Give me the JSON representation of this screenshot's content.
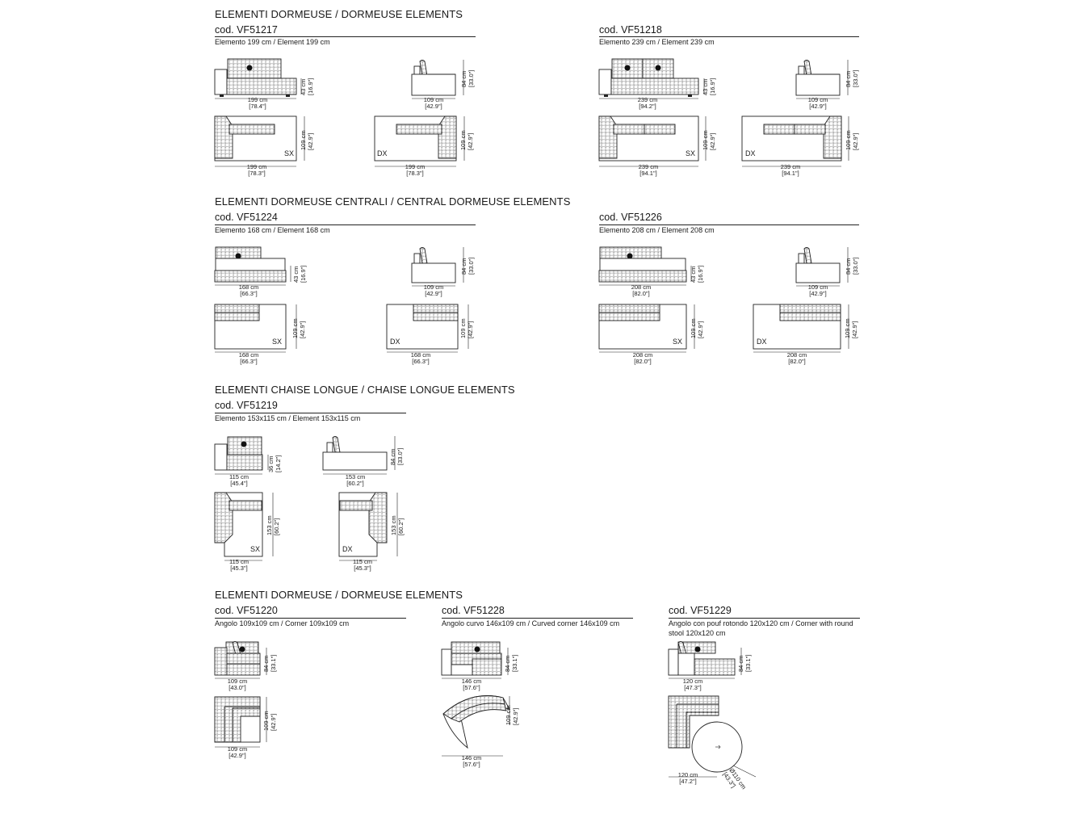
{
  "sections": [
    {
      "title": "ELEMENTI DORMEUSE / DORMEUSE ELEMENTS"
    },
    {
      "title": "ELEMENTI DORMEUSE CENTRALI / CENTRAL DORMEUSE ELEMENTS"
    },
    {
      "title": "ELEMENTI CHAISE LONGUE / CHAISE LONGUE ELEMENTS"
    },
    {
      "title": "ELEMENTI DORMEUSE / DORMEUSE ELEMENTS"
    }
  ],
  "items": [
    {
      "code": "cod. VF51217",
      "desc": "Elemento 199 cm / Element 199 cm",
      "dims": {
        "w_front": "199 cm",
        "w_front_in": "[78.4\"]",
        "h_seat": "43 cm",
        "h_seat_in": "[16.9\"]",
        "w_side": "109 cm",
        "w_side_in": "[42.9\"]",
        "h_back": "84 cm",
        "h_back_in": "[33.0\"]",
        "w_sx": "199 cm",
        "w_sx_in": "[78.3\"]",
        "d_sx": "109 cm",
        "d_sx_in": "[42.9\"]",
        "w_dx": "199 cm",
        "w_dx_in": "[78.3\"]",
        "d_dx": "109 cm",
        "d_dx_in": "[42.9\"]"
      }
    },
    {
      "code": "cod. VF51218",
      "desc": "Elemento 239 cm / Element 239 cm",
      "dims": {
        "w_front": "239 cm",
        "w_front_in": "[94.2\"]",
        "h_seat": "43 cm",
        "h_seat_in": "[16.9\"]",
        "w_side": "109 cm",
        "w_side_in": "[42.9\"]",
        "h_back": "84 cm",
        "h_back_in": "[33.0\"]",
        "w_sx": "239 cm",
        "w_sx_in": "[94.1\"]",
        "d_sx": "109 cm",
        "d_sx_in": "[42.9\"]",
        "w_dx": "239 cm",
        "w_dx_in": "[94.1\"]",
        "d_dx": "109 cm",
        "d_dx_in": "[42.9\"]"
      }
    },
    {
      "code": "cod. VF51224",
      "desc": "Elemento 168 cm / Element 168 cm",
      "dims": {
        "w_front": "168 cm",
        "w_front_in": "[66.3\"]",
        "h_seat": "43 cm",
        "h_seat_in": "[16.9\"]",
        "w_side": "109 cm",
        "w_side_in": "[42.9\"]",
        "h_back": "84 cm",
        "h_back_in": "[33.0\"]",
        "w_sx": "168 cm",
        "w_sx_in": "[66.3\"]",
        "d_sx": "109 cm",
        "d_sx_in": "[42.9\"]",
        "w_dx": "168 cm",
        "w_dx_in": "[66.3\"]",
        "d_dx": "109 cm",
        "d_dx_in": "[42.9\"]"
      }
    },
    {
      "code": "cod. VF51226",
      "desc": "Elemento 208 cm / Element 208 cm",
      "dims": {
        "w_front": "208 cm",
        "w_front_in": "[82.0\"]",
        "h_seat": "43 cm",
        "h_seat_in": "[16.9\"]",
        "w_side": "109 cm",
        "w_side_in": "[42.9\"]",
        "h_back": "84 cm",
        "h_back_in": "[33.0\"]",
        "w_sx": "208 cm",
        "w_sx_in": "[82.0\"]",
        "d_sx": "109 cm",
        "d_sx_in": "[42.9\"]",
        "w_dx": "208 cm",
        "w_dx_in": "[82.0\"]",
        "d_dx": "109 cm",
        "d_dx_in": "[42.9\"]"
      }
    },
    {
      "code": "cod. VF51219",
      "desc": "Elemento 153x115 cm / Element 153x115 cm",
      "dims": {
        "w_front": "115 cm",
        "w_front_in": "[45.4\"]",
        "h_seat": "36 cm",
        "h_seat_in": "[14.2\"]",
        "w_side": "153 cm",
        "w_side_in": "[60.2\"]",
        "h_back": "84 cm",
        "h_back_in": "[33.0\"]",
        "w_sx": "115 cm",
        "w_sx_in": "[45.3\"]",
        "d_sx": "153 cm",
        "d_sx_in": "[60.2\"]",
        "w_dx": "115 cm",
        "w_dx_in": "[45.3\"]",
        "d_dx": "153 cm",
        "d_dx_in": "[60.2\"]"
      }
    },
    {
      "code": "cod. VF51220",
      "desc": "Angolo 109x109 cm / Corner 109x109 cm",
      "dims": {
        "w_front": "109 cm",
        "w_front_in": "[43.0\"]",
        "h_back": "84 cm",
        "h_back_in": "[33.1\"]",
        "w_top": "109 cm",
        "w_top_in": "[42.9\"]",
        "d_top": "109 cm",
        "d_top_in": "[42.9\"]"
      }
    },
    {
      "code": "cod. VF51228",
      "desc": "Angolo curvo 146x109 cm / Curved corner 146x109 cm",
      "dims": {
        "w_front": "146 cm",
        "w_front_in": "[57.6\"]",
        "h_back": "84 cm",
        "h_back_in": "[33.1\"]",
        "w_top": "146 cm",
        "w_top_in": "[57.6\"]",
        "d_top": "109 cm",
        "d_top_in": "[42.9\"]"
      }
    },
    {
      "code": "cod. VF51229",
      "desc": "Angolo con pouf rotondo 120x120 cm / Corner with round stool 120x120 cm",
      "dims": {
        "w_front": "120 cm",
        "w_front_in": "[47.3\"]",
        "h_back": "84 cm",
        "h_back_in": "[33.1\"]",
        "w_top": "120 cm",
        "w_top_in": "[47.2\"]",
        "diam": "Ø110 cm",
        "diam_in": "[43.3\"]"
      }
    }
  ],
  "labels": {
    "left": "SX",
    "right": "DX"
  }
}
